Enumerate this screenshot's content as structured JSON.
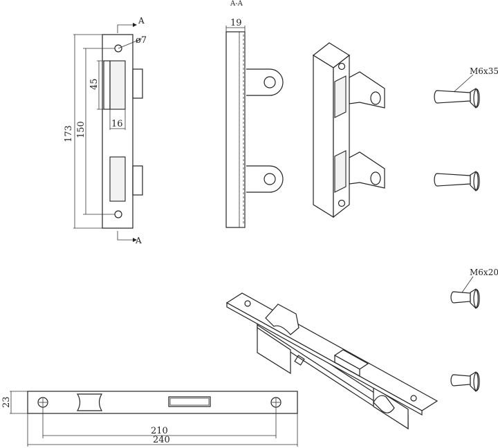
{
  "labels": {
    "section_a_top": "A",
    "section_a_bottom": "A",
    "section_title": "A-A",
    "screw_long": "M6x35",
    "screw_short": "M6x20"
  },
  "dimensions": {
    "hole_dia": "ø7",
    "width_19": "19",
    "height_45": "45",
    "width_16": "16",
    "height_173": "173",
    "height_150": "150",
    "height_23": "23",
    "length_210": "210",
    "length_240": "240"
  }
}
